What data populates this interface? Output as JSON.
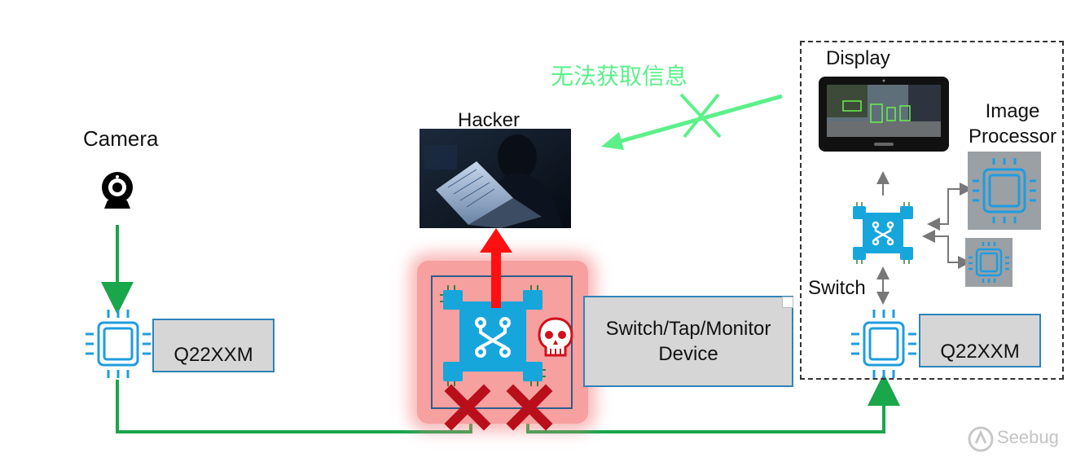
{
  "labels": {
    "camera": "Camera",
    "hacker": "Hacker",
    "display": "Display",
    "image_processor": "Image Processor",
    "switch": "Switch",
    "blocked_note": "无法获取信息",
    "left_chip": "Q22XXM",
    "right_chip": "Q22XXM",
    "tap_device": "Switch/Tap/Monitor Device",
    "watermark": "Seebug"
  },
  "colors": {
    "link_green": "#1aa64a",
    "blocked_green": "#5cf08a",
    "attack_red": "#ff1010",
    "chip_blue": "#1f9ce0",
    "switch_blue": "#16a6dc",
    "box_gray": "#d6d6d6",
    "box_border": "#2f84b8",
    "cross_red": "#c0141e",
    "highlight": "#f6a0a0"
  },
  "icons": {
    "camera": "webcam-icon",
    "hacker_photo": "hacker-photo",
    "display": "tablet-display-icon",
    "switch": "network-switch-icon",
    "chip": "processor-chip-icon",
    "skull": "skull-icon",
    "cross": "x-cross-icon"
  }
}
